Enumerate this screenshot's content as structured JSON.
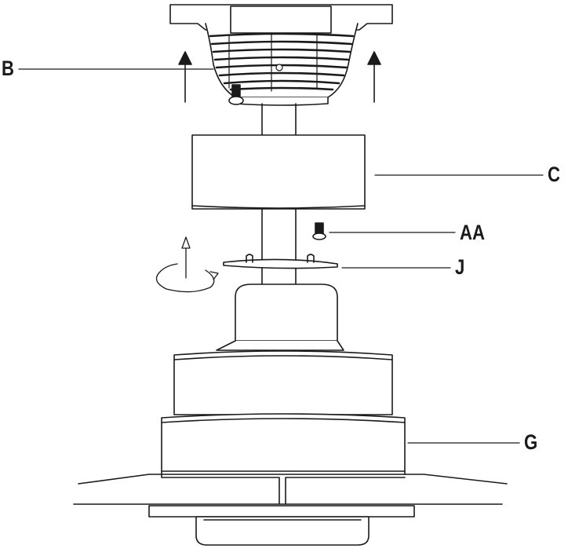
{
  "labels": {
    "b": "B",
    "c": "C",
    "aa": "AA",
    "j": "J",
    "g": "G"
  },
  "colors": {
    "line": "#1a1a1a",
    "fill": "#ffffff"
  }
}
